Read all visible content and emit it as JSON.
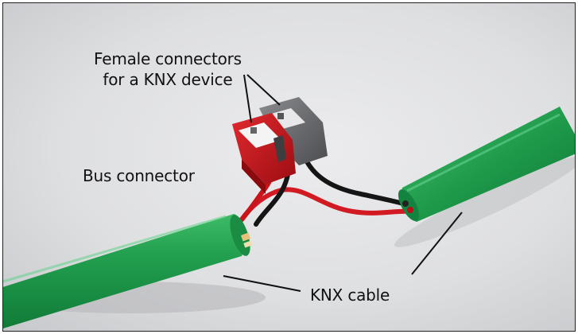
{
  "labels": {
    "female_connectors_line1": "Female connectors",
    "female_connectors_line2": "for a KNX device",
    "bus_connector": "Bus connector",
    "knx_cable": "KNX cable"
  },
  "colors": {
    "background": "#dcdddf",
    "cable_green": "#1f9a4a",
    "connector_red": "#c8141b",
    "connector_grey": "#6f7073",
    "wire_black": "#151515",
    "wire_red": "#d11a22",
    "pointer_lines": "#111111"
  }
}
